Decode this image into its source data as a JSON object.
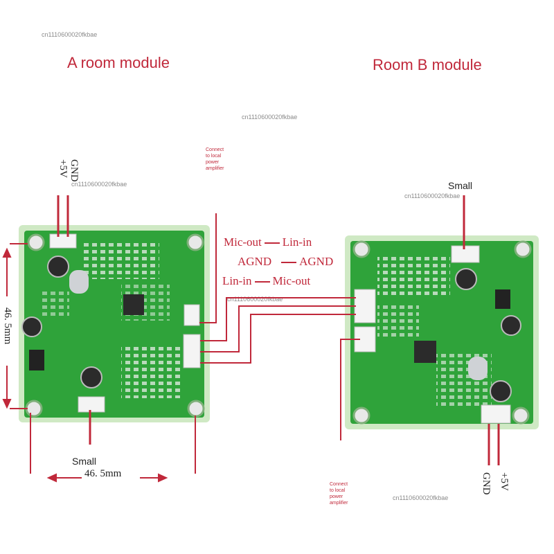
{
  "watermark": "cn1110600020fkbae",
  "module_a": {
    "title": "A room module",
    "power_pins": [
      "GND",
      "+5V"
    ],
    "speaker_label": "Small",
    "dimension": "46. 5mm",
    "dimension_vertical": "46. 5mm",
    "power_note": "Connect\nto local\npower\namplifier"
  },
  "module_b": {
    "title": "Room B module",
    "power_pins": [
      "GND",
      "+5V"
    ],
    "speaker_label": "Small",
    "power_note": "Connect\nto local\npower\namplifier"
  },
  "wiring": [
    {
      "from": "Mic-out",
      "to": "Lin-in"
    },
    {
      "from": "AGND",
      "to": "AGND"
    },
    {
      "from": "Lin-in",
      "to": "Mic-out"
    }
  ],
  "colors": {
    "board": "#2fa33a",
    "board_edge": "#cfe9c4",
    "label_red": "#c0283a",
    "wire": "#c0283a"
  }
}
